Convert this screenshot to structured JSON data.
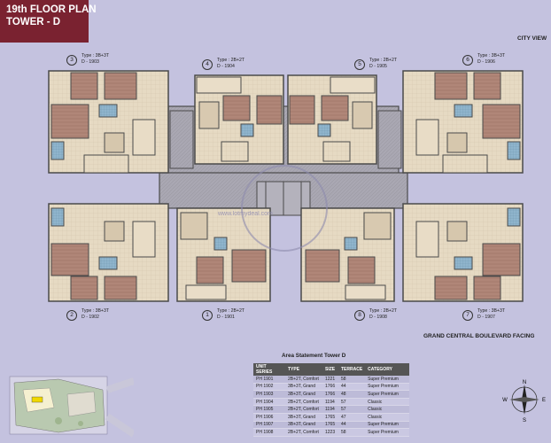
{
  "header": {
    "line1": "19th FLOOR PLAN",
    "line2": "TOWER - D"
  },
  "labels": {
    "city_view": "CITY VIEW",
    "boulevard": "GRAND CENTRAL BOULEVARD FACING",
    "area_title": "Area Statement Tower D",
    "watermark": "www.lotmydeal.com"
  },
  "units": [
    {
      "num": "1",
      "type": "Type : 2B+2T",
      "code": "D - 1901"
    },
    {
      "num": "2",
      "type": "Type : 3B+3T",
      "code": "D - 1902"
    },
    {
      "num": "3",
      "type": "Type : 3B+3T",
      "code": "D - 1903"
    },
    {
      "num": "4",
      "type": "Type : 2B+2T",
      "code": "D - 1904"
    },
    {
      "num": "5",
      "type": "Type : 2B+2T",
      "code": "D - 1905"
    },
    {
      "num": "6",
      "type": "Type : 3B+3T",
      "code": "D - 1906"
    },
    {
      "num": "7",
      "type": "Type : 3B+3T",
      "code": "D - 1907"
    },
    {
      "num": "8",
      "type": "Type : 2B+2T",
      "code": "D - 1908"
    }
  ],
  "table": {
    "headers": [
      "UNIT SERIES",
      "TYPE",
      "SIZE",
      "TERRACE",
      "CATEGORY"
    ],
    "rows": [
      [
        "PH 1901",
        "2B+2T, Comfort",
        "1221",
        "58",
        "Super Premium"
      ],
      [
        "PH 1902",
        "3B+3T, Grand",
        "1766",
        "44",
        "Super Premium"
      ],
      [
        "PH 1903",
        "3B+3T, Grand",
        "1766",
        "48",
        "Super Premium"
      ],
      [
        "PH 1904",
        "2B+2T, Comfort",
        "1194",
        "57",
        "Classic"
      ],
      [
        "PH 1905",
        "2B+2T, Comfort",
        "1194",
        "57",
        "Classic"
      ],
      [
        "PH 1906",
        "3B+3T, Grand",
        "1765",
        "47",
        "Classic"
      ],
      [
        "PH 1907",
        "3B+3T, Grand",
        "1765",
        "44",
        "Super Premium"
      ],
      [
        "PH 1908",
        "2B+2T, Comfort",
        "1223",
        "58",
        "Super Premium"
      ]
    ]
  },
  "compass": {
    "n": "N",
    "s": "S",
    "e": "E",
    "w": "W"
  },
  "colors": {
    "title_bg": "#7a2230",
    "background": "#c4c2df",
    "room_wood": "#b78f82",
    "room_beige": "#e4d7c0",
    "wall": "#4a4a4a"
  }
}
